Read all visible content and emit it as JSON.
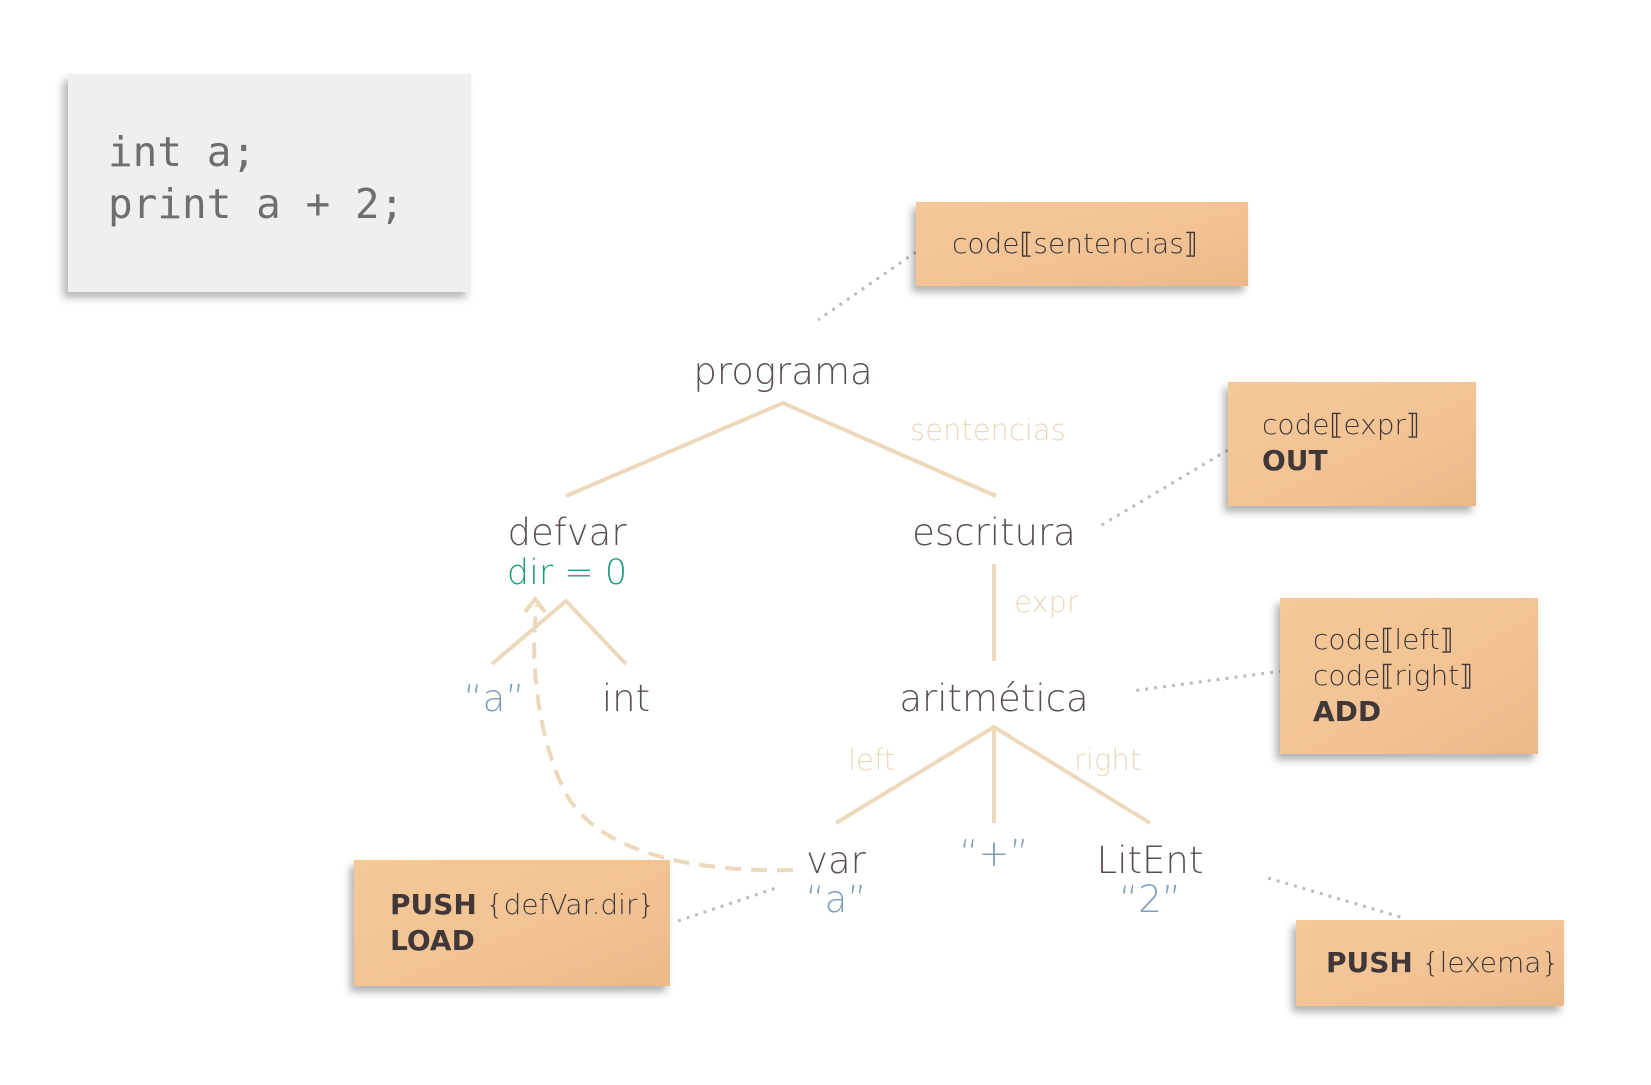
{
  "colors": {
    "note_fill": "#f2c294",
    "tree_line": "#ecd9bc",
    "node_text": "#5a4f50",
    "leaf_text": "#7f9db8",
    "attr_text": "#1e9a7c",
    "edge_label": "#ead7bd",
    "code_card": "#efefef"
  },
  "code": {
    "lines": [
      "int a;",
      "print a + 2;"
    ]
  },
  "tree": {
    "programa": "programa",
    "defvar": "defvar",
    "defvar_attr": "dir = 0",
    "escritura": "escritura",
    "leaf_a": "“a”",
    "int": "int",
    "aritmetica": "aritmética",
    "var": "var",
    "var_value": "“a”",
    "plus": "“+”",
    "litent": "LitEnt",
    "litent_value": "“2”"
  },
  "edges": {
    "sentencias": "sentencias",
    "expr": "expr",
    "left": "left",
    "right": "right"
  },
  "notes": {
    "programa": {
      "line1": "code⟦sentencias⟧"
    },
    "escritura": {
      "line1": "code⟦expr⟧",
      "line2": "OUT"
    },
    "aritmetica": {
      "line1": "code⟦left⟧",
      "line2": "code⟦right⟧",
      "line3": "ADD"
    },
    "var": {
      "line1_bold": "PUSH",
      "line1_rest": " {defVar.dir}",
      "line2": "LOAD"
    },
    "litent": {
      "line1_bold": "PUSH",
      "line1_rest": " {lexema}"
    }
  }
}
